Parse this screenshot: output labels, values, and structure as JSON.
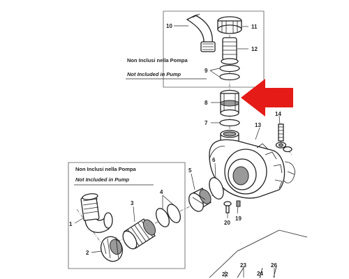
{
  "diagram": {
    "callouts": {
      "c1": "1",
      "c2": "2",
      "c3": "3",
      "c4": "4",
      "c5": "5",
      "c6": "6",
      "c7": "7",
      "c8": "8",
      "c9": "9",
      "c10": "10",
      "c11": "11",
      "c12": "12",
      "c13": "13",
      "c14": "14",
      "c19": "19",
      "c20": "20",
      "c22": "22",
      "c23": "23",
      "c24": "24",
      "c26": "26"
    },
    "notes": {
      "top_it": "Non Inclusi nella Pompa",
      "top_en": "Not Included in Pump",
      "bottom_it": "Non Inclusi nella Pompa",
      "bottom_en": "Not Included in Pump"
    },
    "colors": {
      "highlight_arrow": "#e41b17",
      "line": "#222222"
    }
  }
}
